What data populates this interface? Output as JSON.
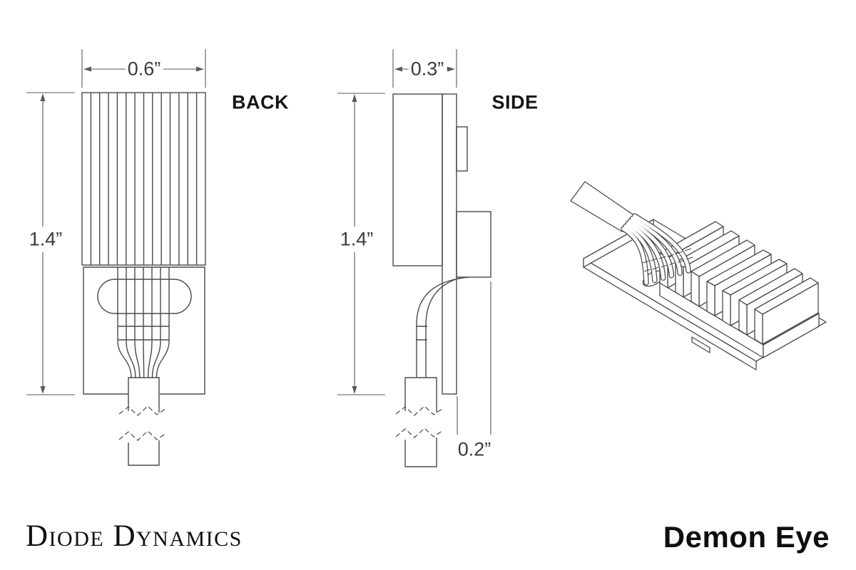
{
  "colors": {
    "background": "#ffffff",
    "line": "#4a4a4a",
    "dimension": "#5a5a5a",
    "dim_text": "#3b3b3b",
    "view_label": "#161616",
    "footer_text": "#0f0f0f"
  },
  "views": {
    "back": {
      "label": "BACK",
      "width_dim": "0.6”",
      "height_dim": "1.4”"
    },
    "side": {
      "label": "SIDE",
      "width_dim": "0.3”",
      "height_dim": "1.4”",
      "depth_dim": "0.2”"
    }
  },
  "footer": {
    "brand": "Diode Dynamics",
    "product": "Demon Eye"
  }
}
